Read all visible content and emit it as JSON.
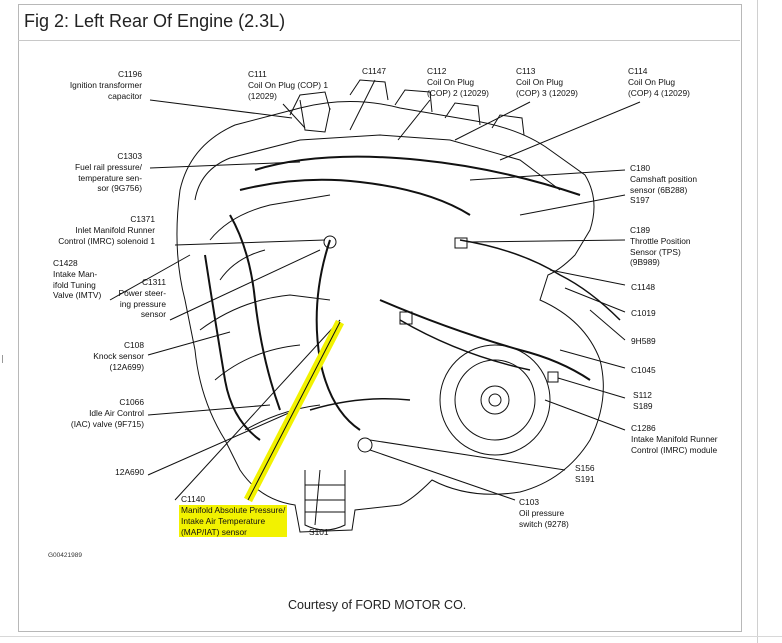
{
  "figure": {
    "title": "Fig 2: Left Rear Of Engine (2.3L)",
    "courtesy": "Courtesy of FORD MOTOR CO.",
    "drawing_code": "G00421989"
  },
  "labels": {
    "c1196": "C1196\nIgnition transformer\ncapacitor",
    "c111": "C111\nCoil On Plug (COP) 1\n(12029)",
    "c1147": "C1147",
    "c112": "C112\nCoil On Plug\n(COP) 2 (12029)",
    "c113": "C113\nCoil On Plug\n(COP) 3 (12029)",
    "c114": "C114\nCoil On Plug\n(COP) 4 (12029)",
    "c1303": "C1303\nFuel rail pressure/\ntemperature sen-\nsor (9G756)",
    "c1371": "C1371\nInlet Manifold Runner\nControl (IMRC) solenoid 1",
    "c1428": "C1428\nIntake Man-\nifold Tuning\nValve (IMTV)",
    "c1311": "C1311\nPower steer-\ning pressure\nsensor",
    "c108": "C108\nKnock sensor\n(12A699)",
    "c1066": "C1066\nIdle Air Control\n(IAC) valve (9F715)",
    "12a690": "12A690",
    "c1140": "C1140",
    "map_iat": "Manifold Absolute Pressure/\nIntake Air Temperature\n(MAP/IAT) sensor",
    "s101": "S101",
    "c103": "C103\nOil pressure\nswitch (9278)",
    "s156": "S156\nS191",
    "c180": "C180\nCamshaft position\nsensor (6B288)\nS197",
    "c189": "C189\nThrottle Position\nSensor (TPS)\n(9B989)",
    "c1148": "C1148",
    "c1019": "C1019",
    "9h589": "9H589",
    "c1045": "C1045",
    "s112": "S112\nS189",
    "c1286": "C1286\nIntake Manifold Runner\nControl (IMRC) module"
  },
  "colors": {
    "highlight": "#f2f200",
    "line": "#111111",
    "frame": "#b8b8b8"
  }
}
